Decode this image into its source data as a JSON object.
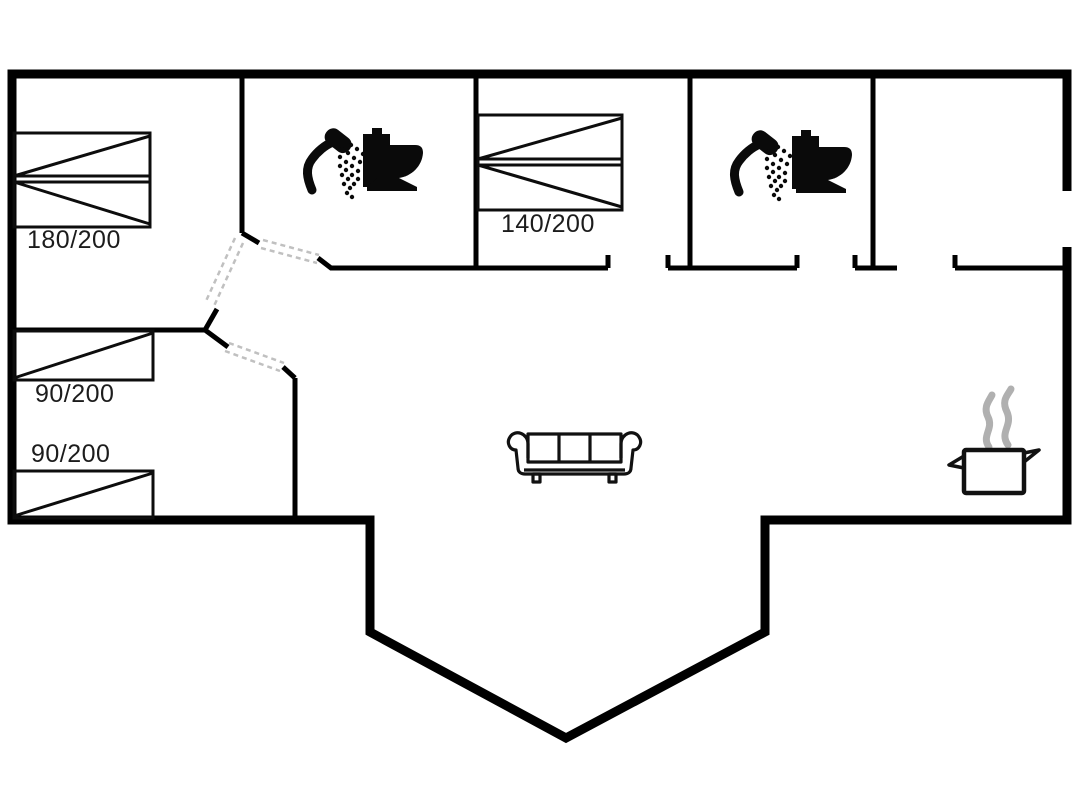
{
  "floor_plan": {
    "title": "holiday-house-floor-plan",
    "bed_labels": {
      "double_bed_large": "180/200",
      "double_bed_medium": "140/200",
      "single_bed_top": "90/200",
      "single_bed_bottom": "90/200"
    },
    "rooms": {
      "bedroom_top_left": {
        "bed": "180/200",
        "bed_type": "double"
      },
      "bathroom_left": {
        "features": [
          "shower-icon",
          "toilet-icon"
        ]
      },
      "bedroom_middle": {
        "bed": "140/200",
        "bed_type": "double"
      },
      "bathroom_right": {
        "features": [
          "shower-icon",
          "toilet-icon"
        ]
      },
      "bedroom_bottom_left": {
        "beds": [
          "90/200",
          "90/200"
        ],
        "bed_type": "single"
      },
      "living_area": {
        "features": [
          "sofa-icon"
        ]
      },
      "kitchen_area": {
        "features": [
          "cooking-pot-icon",
          "steam-icon"
        ]
      }
    },
    "colors": {
      "walls": "#000000",
      "background": "#ffffff",
      "steam": "#b0b0b0",
      "labels": "#1c1c1c",
      "door_dashes": "#c0c0c0"
    }
  }
}
